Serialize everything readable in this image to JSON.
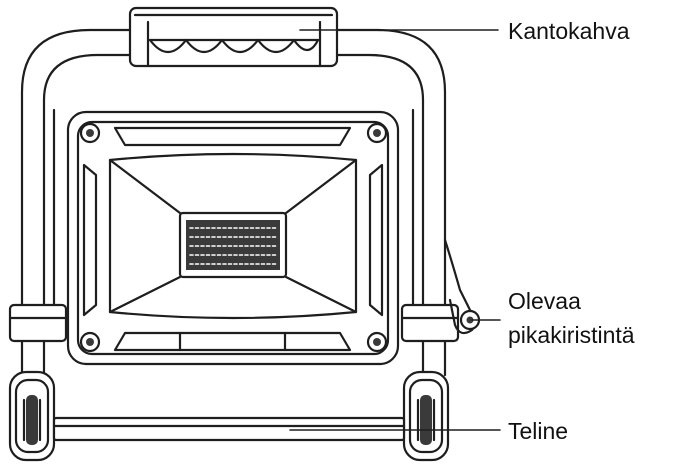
{
  "labels": {
    "handle": "Kantokahva",
    "clamp_line1": "Olevaa",
    "clamp_line2": "pikakiristintä",
    "stand": "Teline"
  },
  "colors": {
    "line": "#1e1e1e",
    "fill": "#ffffff",
    "shade": "#3a3a3a"
  }
}
